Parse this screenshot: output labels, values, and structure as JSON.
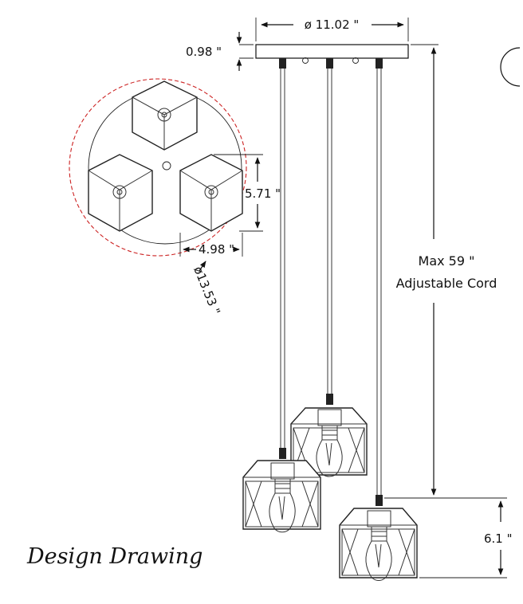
{
  "dimensions": {
    "canopy_diameter": "ø 11.02 \"",
    "canopy_thickness": "0.98 \"",
    "shade_height": "5.71 \"",
    "shade_width": "4.98 \"",
    "cluster_diameter": "ø13.53 \"",
    "cord_max": "Max 59 \"",
    "cord_note": "Adjustable Cord",
    "pendant_height": "6.1 \""
  },
  "title": "Design Drawing",
  "colors": {
    "line": "#111111",
    "cluster_circle": "#cc2222"
  }
}
